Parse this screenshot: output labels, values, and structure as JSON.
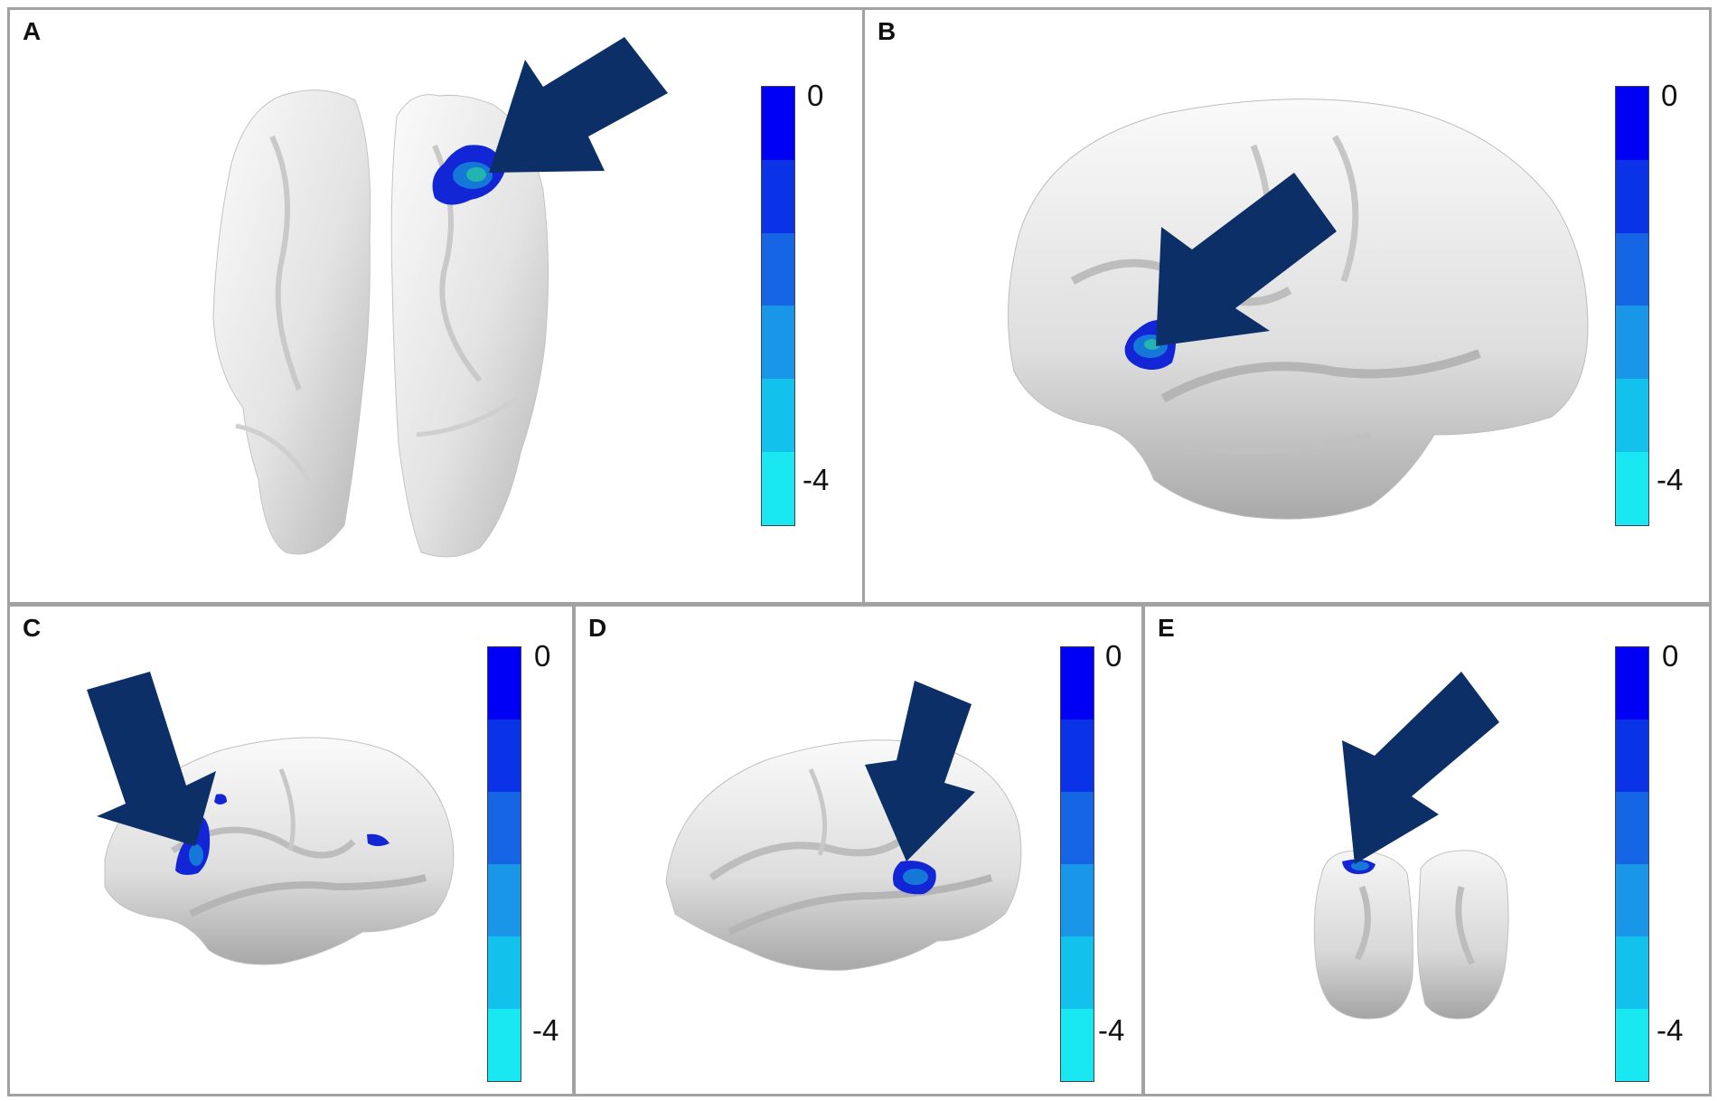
{
  "figure": {
    "panels": [
      {
        "id": "A",
        "label": "A",
        "view": "dorsal",
        "colorbar": {
          "max_label": "0",
          "min_label": "-4"
        }
      },
      {
        "id": "B",
        "label": "B",
        "view": "lateral-right",
        "colorbar": {
          "max_label": "0",
          "min_label": "-4"
        }
      },
      {
        "id": "C",
        "label": "C",
        "view": "lateral-left",
        "colorbar": {
          "max_label": "0",
          "min_label": "-4"
        }
      },
      {
        "id": "D",
        "label": "D",
        "view": "lateral-right",
        "colorbar": {
          "max_label": "0",
          "min_label": "-4"
        }
      },
      {
        "id": "E",
        "label": "E",
        "view": "posterior",
        "colorbar": {
          "max_label": "0",
          "min_label": "-4"
        }
      }
    ],
    "colorbar_colors": [
      "#0000f5",
      "#0a33e8",
      "#1565e4",
      "#1a96e8",
      "#12c2ec",
      "#19e7f1"
    ],
    "arrow_color": "#0b2f66",
    "cluster_colors": {
      "outer": "#1226d6",
      "middle": "#1577d8",
      "core": "#22b4ae"
    },
    "brain_color": "#e6e6e6"
  }
}
